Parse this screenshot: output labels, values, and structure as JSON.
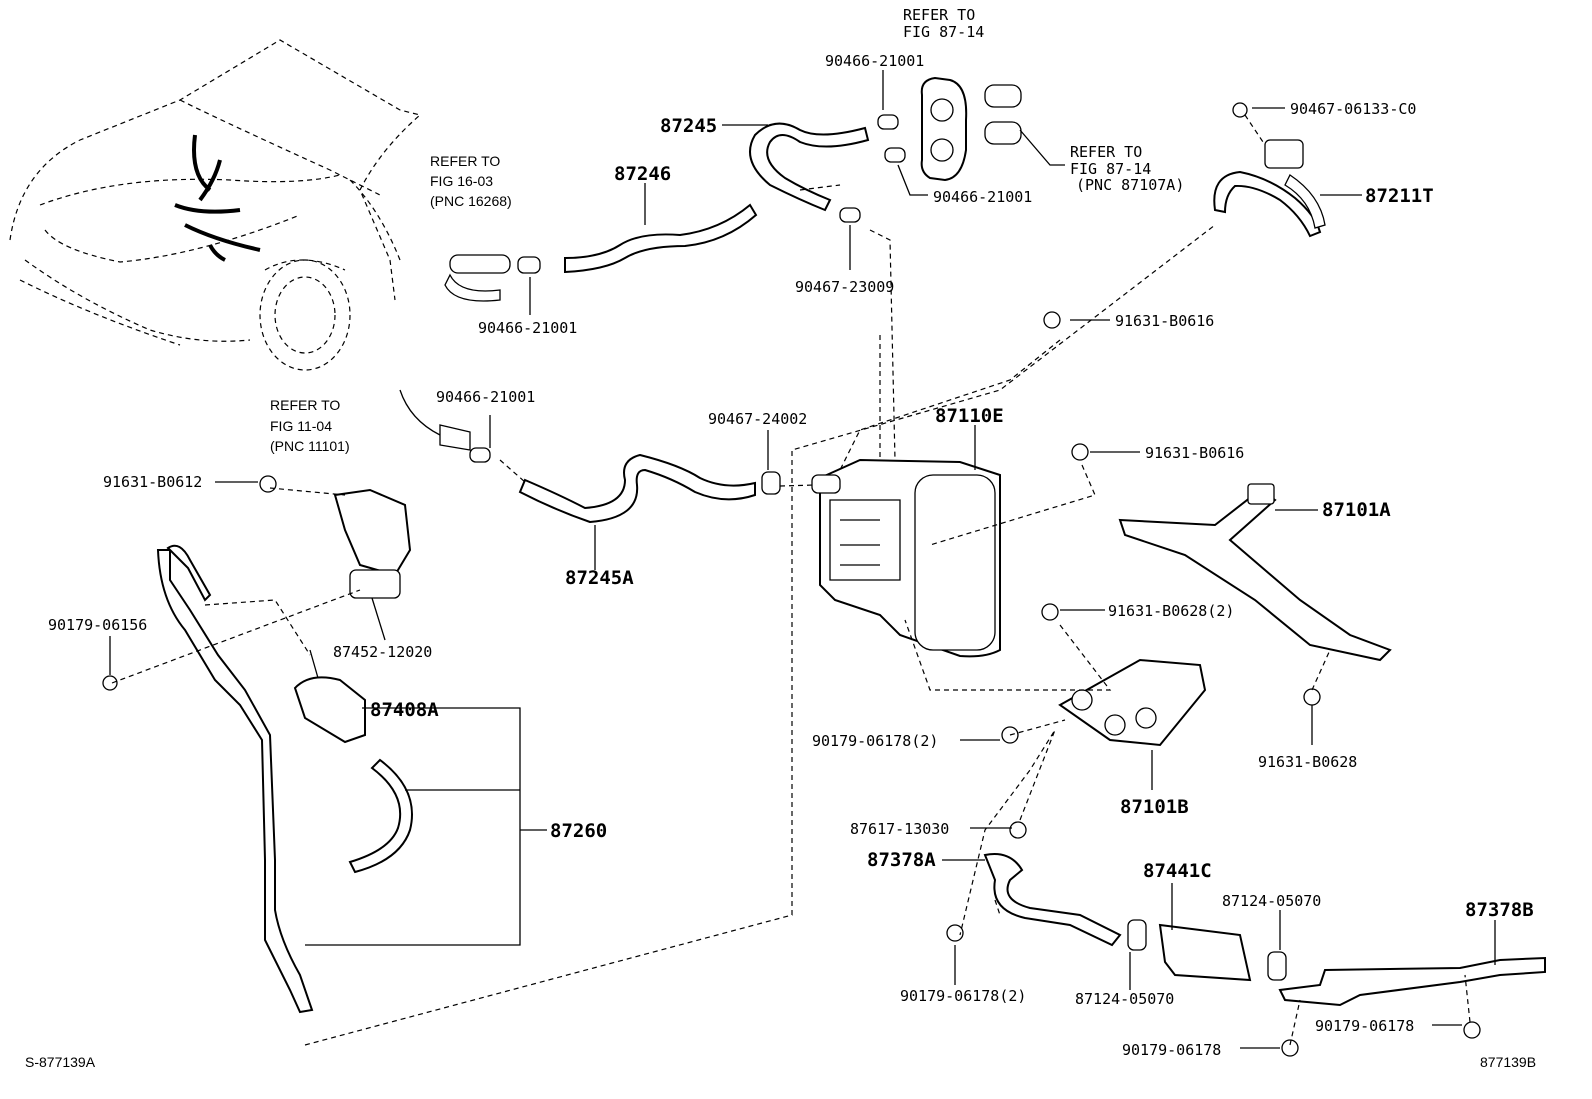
{
  "labels": {
    "p_90466_21001_top": "90466-21001",
    "p_90466_21001_mid": "90466-21001",
    "p_90466_21001_left": "90466-21001",
    "p_90466_21001_lower": "90466-21001",
    "p_87245": "87245",
    "p_87246": "87246",
    "p_90467_23009": "90467-23009",
    "p_90467_06133": "90467-06133-C0",
    "p_87211T": "87211T",
    "p_91631_B0616_a": "91631-B0616",
    "p_91631_B0616_b": "91631-B0616",
    "p_90467_24002": "90467-24002",
    "p_87110E": "87110E",
    "p_91631_B0612": "91631-B0612",
    "p_87245A": "87245A",
    "p_87101A": "87101A",
    "p_90179_06156": "90179-06156",
    "p_87452_12020": "87452-12020",
    "p_91631_B0628_2": "91631-B0628(2)",
    "p_87408A": "87408A",
    "p_90179_06178_2a": "90179-06178(2)",
    "p_91631_B0628": "91631-B0628",
    "p_87260": "87260",
    "p_87101B": "87101B",
    "p_87617_13030": "87617-13030",
    "p_87378A": "87378A",
    "p_87441C": "87441C",
    "p_87124_05070_a": "87124-05070",
    "p_87378B": "87378B",
    "p_90179_06178_2b": "90179-06178(2)",
    "p_87124_05070_b": "87124-05070",
    "p_90179_06178_a": "90179-06178",
    "p_90179_06178_b": "90179-06178"
  },
  "refs": {
    "fig87_14_top_1": "REFER TO",
    "fig87_14_top_2": "FIG 87-14",
    "fig87_14_mid_1": "REFER TO",
    "fig87_14_mid_2": "FIG 87-14",
    "fig87_14_mid_3": "(PNC 87107A)",
    "fig16_03_1": "REFER TO",
    "fig16_03_2": "FIG 16-03",
    "fig16_03_3": "(PNC 16268)",
    "fig11_04_1": "REFER TO",
    "fig11_04_2": "FIG 11-04",
    "fig11_04_3": "(PNC 11101)"
  },
  "footer": {
    "left_code": "S-877139A",
    "right_code": "877139B"
  }
}
